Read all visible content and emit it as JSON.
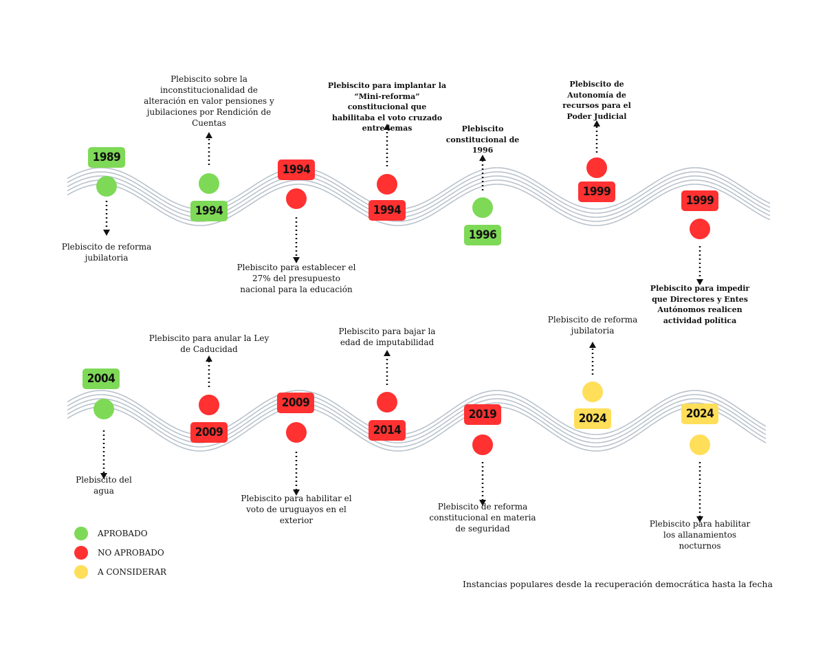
{
  "colors": {
    "approved": "#7ED957",
    "rejected": "#FF3131",
    "pending": "#FFDE59",
    "wave": "#B8C2CC",
    "arrow": "#111111"
  },
  "events": [
    {
      "year": "1989",
      "status": "approved",
      "label": "Plebiscito de reforma jubilatoria"
    },
    {
      "year": "1994",
      "status": "approved",
      "label": "Plebiscito sobre la inconstitucionalidad de alteración en valor pensiones y jubilaciones por Rendición de Cuentas"
    },
    {
      "year": "1994",
      "status": "rejected",
      "label": "Plebiscito para establecer el 27% del presupuesto nacional para la educación"
    },
    {
      "year": "1994",
      "status": "rejected",
      "label": "Plebiscito para implantar la “Mini-reforma” constitucional que habilitaba el voto cruzado entre lemas"
    },
    {
      "year": "1996",
      "status": "approved",
      "label": "Plebiscito constitucional de 1996"
    },
    {
      "year": "1999",
      "status": "rejected",
      "label": "Plebiscito de Autonomía de recursos para el Poder Judicial"
    },
    {
      "year": "1999",
      "status": "rejected",
      "label": "Plebiscito para impedir que Directores y Entes Autónomos realicen actividad política"
    },
    {
      "year": "2004",
      "status": "approved",
      "label": "Plebiscito del agua"
    },
    {
      "year": "2009",
      "status": "rejected",
      "label": "Plebiscito para anular la Ley de Caducidad"
    },
    {
      "year": "2009",
      "status": "rejected",
      "label": "Plebiscito para habilitar el voto de uruguayos en el exterior"
    },
    {
      "year": "2014",
      "status": "rejected",
      "label": "Plebiscito para bajar la edad de imputabilidad"
    },
    {
      "year": "2019",
      "status": "rejected",
      "label": "Plebiscito de reforma constitucional en materia de seguridad"
    },
    {
      "year": "2024",
      "status": "pending",
      "label": "Plebiscito de reforma jubilatoria"
    },
    {
      "year": "2024",
      "status": "pending",
      "label": "Plebiscito para habilitar los allanamientos nocturnos"
    }
  ],
  "legend": [
    {
      "status": "approved",
      "label": "APROBADO"
    },
    {
      "status": "rejected",
      "label": "NO APROBADO"
    },
    {
      "status": "pending",
      "label": "A CONSIDERAR"
    }
  ],
  "caption": "Instancias populares desde la recuperación democrática hasta la fecha"
}
